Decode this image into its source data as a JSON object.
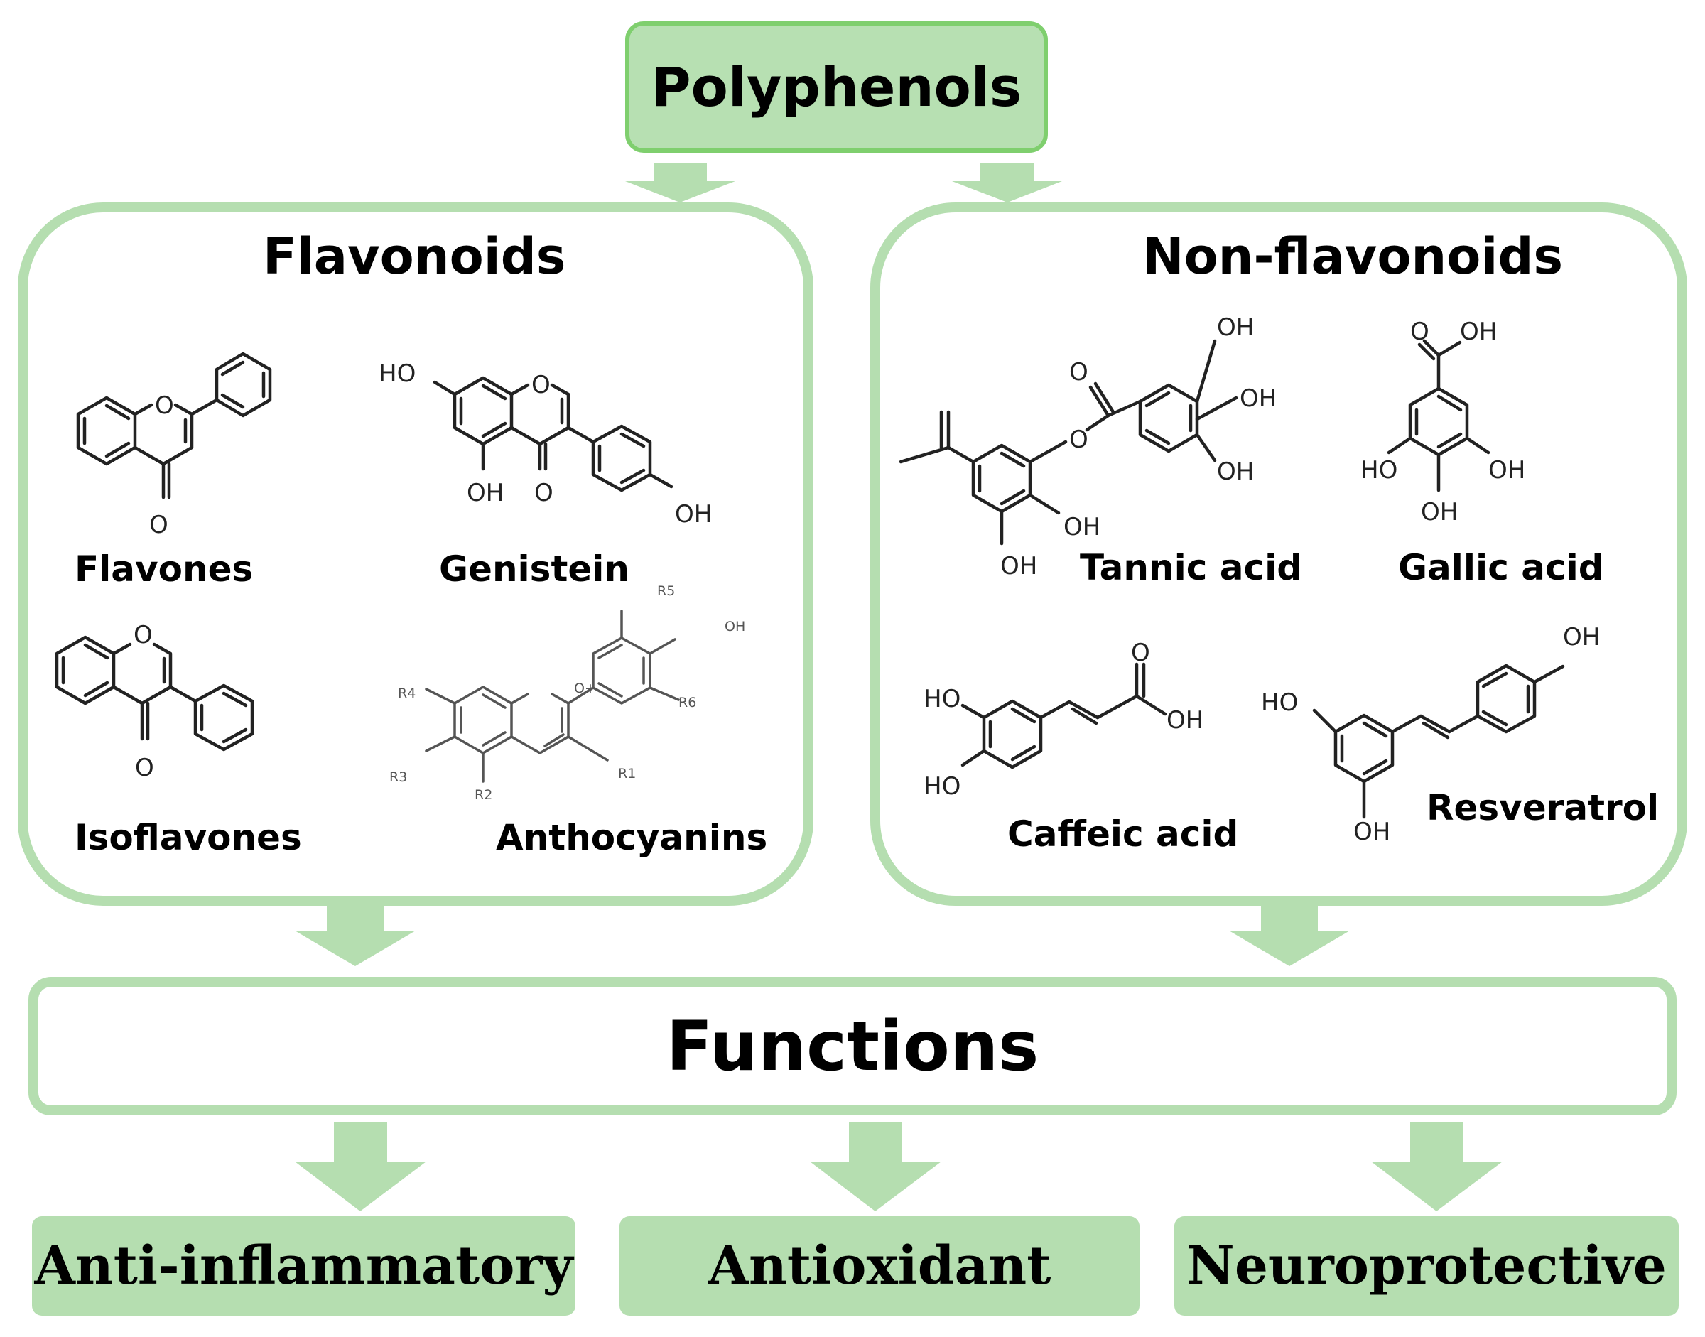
{
  "title": "Polyphenols",
  "groups": {
    "flavonoids": {
      "title": "Flavonoids",
      "items": [
        "Flavones",
        "Genistein",
        "Isoflavones",
        "Anthocyanins"
      ]
    },
    "non_flavonoids": {
      "title": "Non-flavonoids",
      "items": [
        "Tannic acid",
        "Gallic acid",
        "Caffeic acid",
        "Resveratrol"
      ]
    }
  },
  "functions": {
    "title": "Functions",
    "outcomes": [
      "Anti-inflammatory",
      "Antioxidant",
      "Neuroprotective"
    ]
  },
  "atom_labels": {
    "O": "O",
    "OH": "OH",
    "HO": "HO",
    "O_plus": "O+",
    "R1": "R1",
    "R2": "R2",
    "R3": "R3",
    "R4": "R4",
    "R5": "R5",
    "R6": "R6"
  },
  "colors": {
    "green_fill": "#b5deb0",
    "green_border": "#7fcf6e",
    "text": "#000000"
  }
}
